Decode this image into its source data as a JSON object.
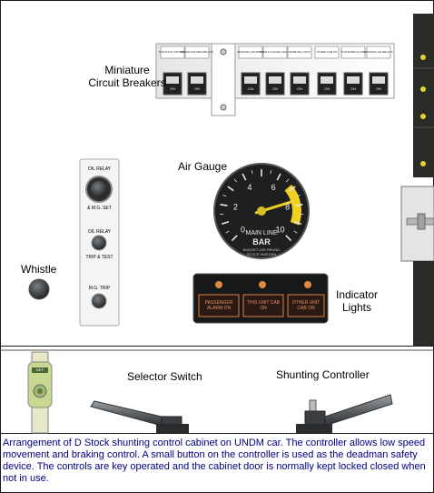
{
  "labels": {
    "mcb_line1": "Miniature",
    "mcb_line2": "Circuit Breakers",
    "air_gauge": "Air Gauge",
    "whistle": "Whistle",
    "indicator_line1": "Indicator",
    "indicator_line2": "Lights",
    "selector_switch": "Selector Switch",
    "shunting_controller": "Shunting Controller"
  },
  "breakers": [
    {
      "label": "TRACTION CONTROL",
      "plate": "ON"
    },
    {
      "label": "BRAKE HOLDER RELAYS",
      "plate": "ON"
    },
    {
      "label": "BRAKING CONTROL",
      "plate": "10A"
    },
    {
      "label": "FEED & GAUGE LIGHTS",
      "plate": "ON"
    },
    {
      "label": "STABLING LIGHT",
      "plate": "ON"
    },
    {
      "label": "OTHER CAB ON",
      "plate": "ON"
    },
    {
      "label": "PLATFORM CLOSE",
      "plate": "ON"
    },
    {
      "label": "BRAKING HH RELAYS",
      "plate": "ON"
    }
  ],
  "relay_panel": {
    "ol_relay_top": "O/L RELAY",
    "mg_set": "& M.G. SET",
    "ol_relay_mid": "O/L RELAY",
    "trip_test": "TRIP & TEST",
    "mg_trip": "M.G. TRIP"
  },
  "gauge": {
    "ticks": [
      "0",
      "2",
      "4",
      "6",
      "8",
      "10"
    ],
    "title": "MAIN LINE",
    "unit": "BAR",
    "maker1": "BUDGET-GIR REUND",
    "maker2": "STOCK SWEDEN"
  },
  "indicators": [
    "PASSENGER ALARM ON",
    "THIS UNIT CAB ON",
    "OTHER UNIT CAB ON"
  ],
  "selector_plate": "KEY",
  "caption": "Arrangement of D Stock shunting control cabinet on UNDM car.  The controller allows low speed movement and braking control.  A small button on the controller is used as the deadman safety device.  The controls are key operated and the cabinet door is normally kept locked closed when not in use.",
  "colors": {
    "panel_bg": "#ffffff",
    "lamp_amber": "#e08a3c",
    "gauge_yellow": "#f0d020",
    "caption_text": "#000080",
    "indicator_border": "#e08040"
  }
}
